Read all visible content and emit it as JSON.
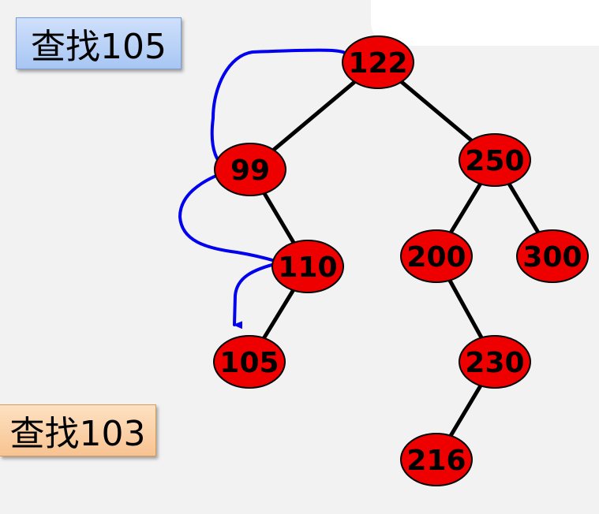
{
  "labels": {
    "search_105": "查找105",
    "search_103": "查找103"
  },
  "nodes": [
    {
      "id": "n122",
      "value": "122"
    },
    {
      "id": "n99",
      "value": "99"
    },
    {
      "id": "n250",
      "value": "250"
    },
    {
      "id": "n110",
      "value": "110"
    },
    {
      "id": "n200",
      "value": "200"
    },
    {
      "id": "n300",
      "value": "300"
    },
    {
      "id": "n105",
      "value": "105"
    },
    {
      "id": "n230",
      "value": "230"
    },
    {
      "id": "n216",
      "value": "216"
    }
  ],
  "edges": [
    [
      "n122",
      "n99"
    ],
    [
      "n122",
      "n250"
    ],
    [
      "n99",
      "n110"
    ],
    [
      "n110",
      "n105"
    ],
    [
      "n250",
      "n200"
    ],
    [
      "n250",
      "n300"
    ],
    [
      "n200",
      "n230"
    ],
    [
      "n230",
      "n216"
    ]
  ],
  "colors": {
    "node_fill": "#ee0000",
    "node_stroke": "#000000",
    "edge": "#000000",
    "search_path": "#0000ee",
    "label_blue": "#b8d1f6",
    "label_orange": "#fbd2a6"
  }
}
